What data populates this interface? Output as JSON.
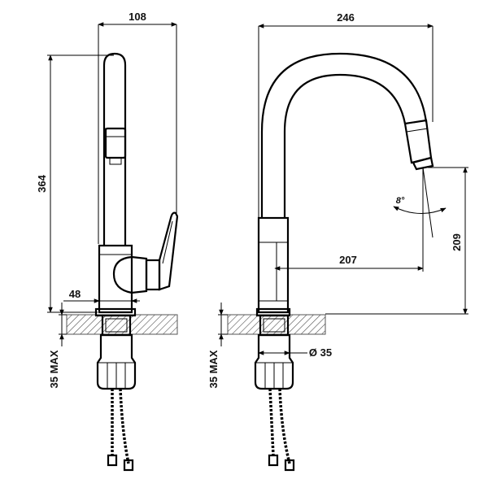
{
  "side_view": {
    "width_dim": "108",
    "height_dim": "364",
    "base_dim": "48",
    "max_thickness_dim": "35 MAX"
  },
  "front_view": {
    "width_dim": "246",
    "reach_dim": "207",
    "spout_height_dim": "209",
    "angle_dim": "8°",
    "diameter_dim": "Ø 35",
    "max_thickness_dim": "35 MAX"
  },
  "colors": {
    "line": "#000000",
    "hatch": "#555555",
    "background": "#ffffff"
  }
}
